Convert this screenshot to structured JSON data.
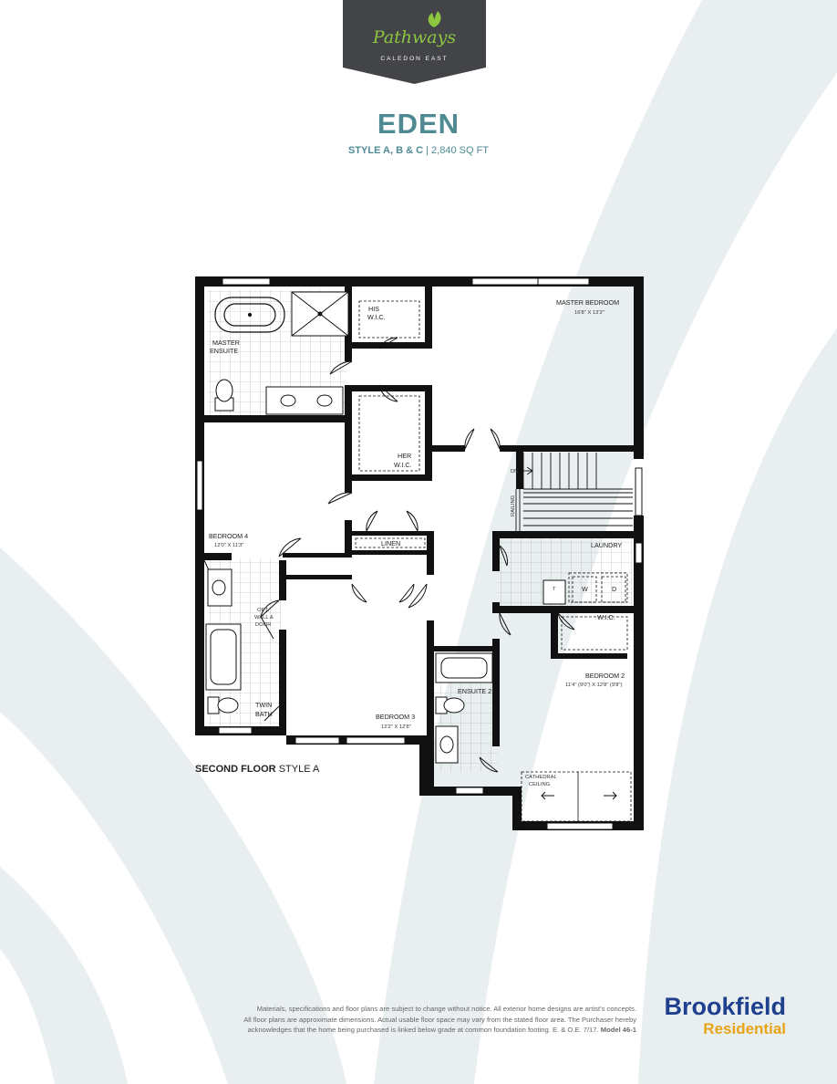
{
  "brand": {
    "logo_name": "Pathways",
    "logo_location": "CALEDON EAST",
    "badge_color": "#424448",
    "leaf_color": "#8dc63f"
  },
  "model": {
    "name": "EDEN",
    "styles": "STYLE A, B & C",
    "separator": "|",
    "area": "2,840 SQ FT",
    "accent_color": "#4f8a93"
  },
  "floor_plan": {
    "floor_label": "SECOND FLOOR",
    "style_label": "STYLE A",
    "rooms": {
      "master_ensuite_1": "MASTER",
      "master_ensuite_2": "ENSUITE",
      "his_wic_1": "HIS",
      "his_wic_2": "W.I.C.",
      "her_wic_1": "HER",
      "her_wic_2": "W.I.C.",
      "master_bedroom": "MASTER BEDROOM",
      "master_bedroom_dim": "16'8\" X 13'2\"",
      "bedroom4": "BEDROOM 4",
      "bedroom4_dim": "12'0\" X 11'3\"",
      "linen": "LINEN",
      "laundry": "LAUNDRY",
      "washer": "W",
      "dryer": "D",
      "tub": "T",
      "dn": "DN",
      "railing": "RAILING",
      "opt_1": "OPT.",
      "opt_2": "WALL &",
      "opt_3": "DOOR",
      "twin_bath_1": "TWIN",
      "twin_bath_2": "BATH",
      "bedroom3": "BEDROOM 3",
      "bedroom3_dim": "12'2\" X 12'8\"",
      "ensuite2": "ENSUITE 2",
      "wic": "W.I.C.",
      "bedroom2": "BEDROOM 2",
      "bedroom2_dim": "11'4\" (9'0\") X 12'8\" (9'8\")",
      "cathedral_1": "CATHEDRAL",
      "cathedral_2": "CEILING"
    }
  },
  "disclaimer": {
    "line1": "Materials, specifications and floor plans are subject to change without notice. All exterior home designs are artist's concepts.",
    "line2": "All floor plans are approximate dimensions. Actual usable floor space may vary from the stated floor area. The Purchaser hereby",
    "line3": "acknowledges that the home being purchased is linked below grade at common foundation footing. E. & O.E. 7/17.",
    "model_number": "Model 46-1"
  },
  "builder": {
    "name_1": "Brookfield",
    "name_2": "Residential",
    "primary_color": "#1f3f8f",
    "secondary_color": "#e8a317"
  }
}
